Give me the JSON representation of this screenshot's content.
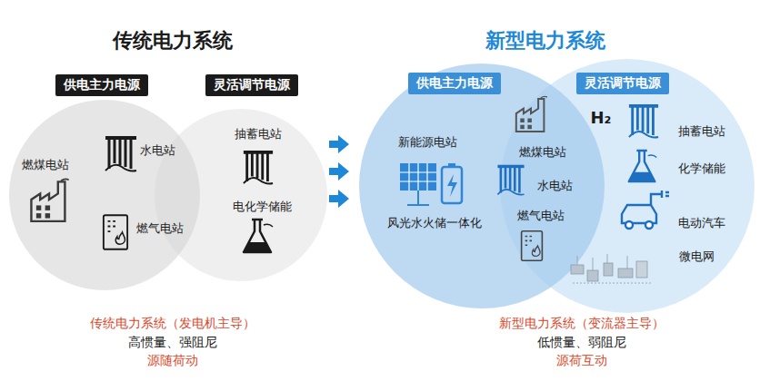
{
  "diagram": {
    "nodes": [
      {
        "text": [
          "供电主力电源"
        ]
      },
      {
        "text": [
          "灵活调节电源"
        ]
      },
      {
        "text": [
          "供电主力电源"
        ]
      },
      {
        "text": [
          "灵活调节电源"
        ]
      }
    ],
    "labels": [
      "传统电力系统",
      "新型电力系统",
      "燃煤电站",
      "水电站",
      "燃气电站",
      "抽蓄电站",
      "电化学储能",
      "新能源电站",
      "风光水火储一体化",
      "燃煤电站",
      "水电站",
      "燃气电站",
      "H₂",
      "抽蓄电站",
      "化学储能",
      "电动汽车",
      "微电网",
      "传统电力系统（发电机主导）",
      "高惯量、强阻尼",
      "源随荷动",
      "新型电力系统（变流器主导）",
      "低惯量、弱阻尼",
      "源荷互动"
    ]
  }
}
